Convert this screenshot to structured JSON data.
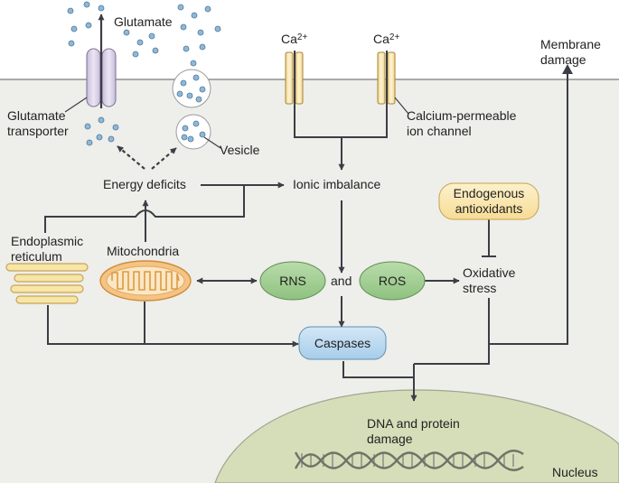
{
  "labels": {
    "glutamate": "Glutamate",
    "glutamate_transporter": [
      "Glutamate",
      "transporter"
    ],
    "vesicle": "Vesicle",
    "ca_base": "Ca",
    "ca_charge": "2+",
    "calcium_channel": [
      "Calcium-permeable",
      "ion channel"
    ],
    "membrane_damage": [
      "Membrane",
      "damage"
    ],
    "energy_deficits": "Energy deficits",
    "ionic_imbalance": "Ionic imbalance",
    "endogenous_antioxidants": [
      "Endogenous",
      "antioxidants"
    ],
    "endoplasmic_reticulum": [
      "Endoplasmic",
      "reticulum"
    ],
    "mitochondria": "Mitochondria",
    "rns": "RNS",
    "and": "and",
    "ros": "ROS",
    "oxidative_stress": [
      "Oxidative",
      "stress"
    ],
    "caspases": "Caspases",
    "dna_protein_damage": [
      "DNA and protein",
      "damage"
    ],
    "nucleus": "Nucleus"
  },
  "colors": {
    "extracellular": "#ffffff",
    "cytoplasm": "#eeeeea",
    "membrane_line": "#a9aaa4",
    "nucleus_fill": "#d6ddb9",
    "transporter": "#d6cde4",
    "channel": "#f8e3ae",
    "mitochondria": "#f5c484",
    "er": "#f7e6a6",
    "rns_ros": "#99c98b",
    "caspases": "#b7d7ee",
    "antioxidants": "#fbe8b0",
    "glutamate_dot": "#8fb8d8",
    "arrow": "#3b3e46"
  }
}
